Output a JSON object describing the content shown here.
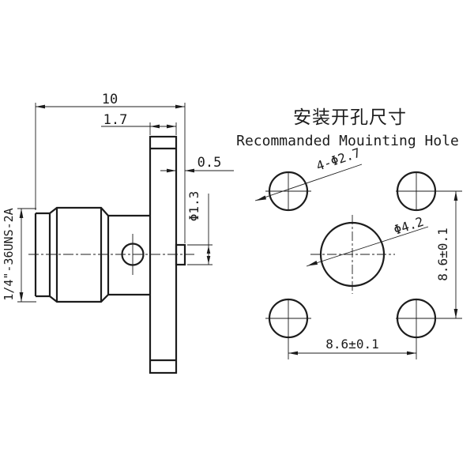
{
  "drawing": {
    "side_view": {
      "thread_label": "1/4\"-36UNS-2A",
      "overall_length": "10",
      "flange_thickness": "1.7",
      "pin_protrusion": "0.5",
      "pin_diameter": "Φ1.3"
    },
    "mounting_view": {
      "title_zh": "安装开孔尺寸",
      "title_en": "Recommanded Mouinting Hole",
      "corner_holes_label": "4-Φ2.7",
      "center_hole_label": "Φ4.2",
      "vertical_spacing": "8.6±0.1",
      "horizontal_spacing": "8.6±0.1"
    },
    "colors": {
      "line": "#1c1c1c",
      "background": "#ffffff"
    }
  }
}
